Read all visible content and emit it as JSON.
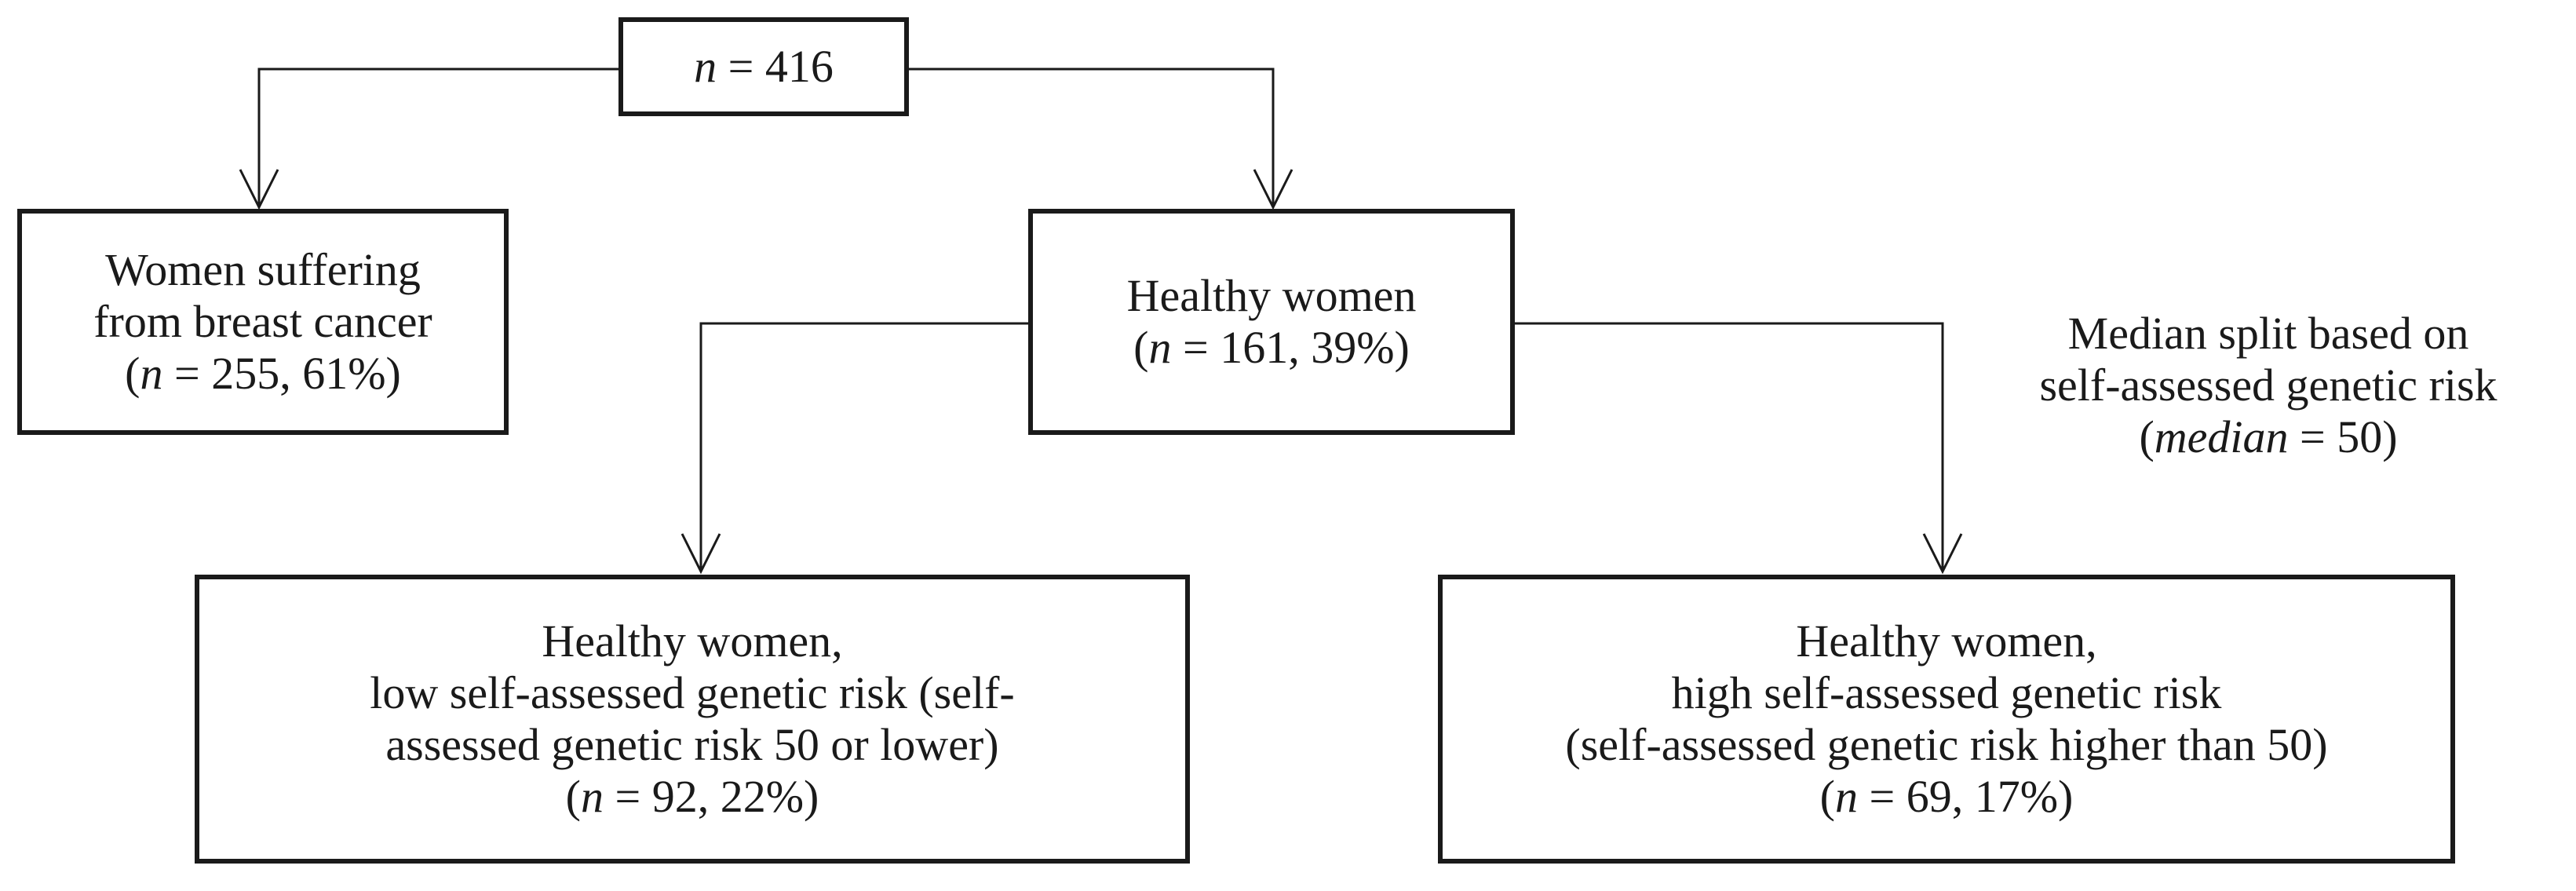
{
  "root": {
    "n_label": "n",
    "value": "= 416"
  },
  "cancer": {
    "line1": "Women suffering",
    "line2": "from breast cancer",
    "n_open": "(",
    "n_label": "n",
    "stats": "= 255, 61%)"
  },
  "healthy": {
    "line1": "Healthy women",
    "n_open": "(",
    "n_label": "n",
    "stats": "= 161, 39%)"
  },
  "split_note": {
    "line1": "Median split based on",
    "line2": "self-assessed genetic risk",
    "m_open": "(",
    "m_label": "median",
    "m_value": "= 50)"
  },
  "low_risk": {
    "line1": "Healthy women,",
    "line2": "low self-assessed genetic risk (self-",
    "line3": "assessed genetic risk 50 or lower)",
    "n_open": "(",
    "n_label": "n",
    "stats": "= 92, 22%)"
  },
  "high_risk": {
    "line1": "Healthy women,",
    "line2": "high self-assessed genetic risk",
    "line3": "(self-assessed genetic risk higher than 50)",
    "n_open": "(",
    "n_label": "n",
    "stats": "= 69, 17%)"
  }
}
